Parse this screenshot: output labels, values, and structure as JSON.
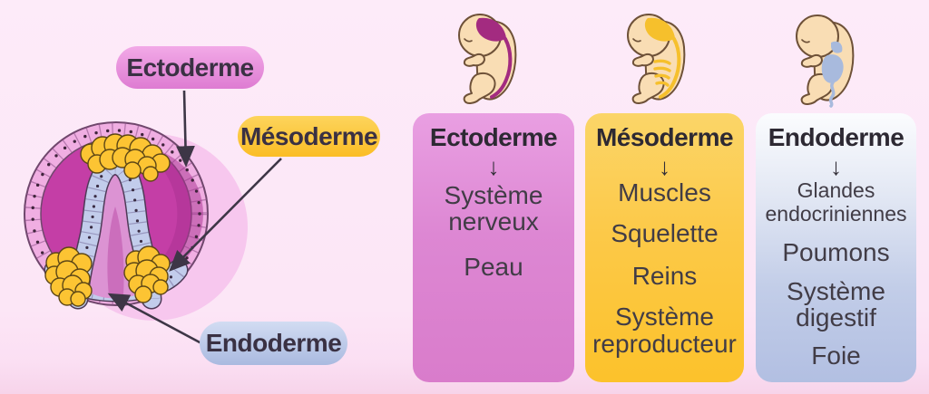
{
  "figure": {
    "subject": "Feuillets embryonnaires (germ layers)",
    "language": "fr"
  },
  "palette": {
    "background": "#fce7f6",
    "ectoderme_pink": "#df84d4",
    "mesoderme_yellow": "#fbc52d",
    "endoderme_blue": "#b5c2e4",
    "gastrula_magenta": "#c43ea6",
    "cell_ring_pink": "#f0aee2",
    "cell_yellow": "#fcc433",
    "cell_blue": "#c2cceb",
    "text_dark": "#39333f"
  },
  "gastrula": {
    "illustration": "gastrula-cross-section",
    "labels": [
      {
        "id": "ectoderme",
        "text": "Ectoderme"
      },
      {
        "id": "mesoderme",
        "text": "Mésoderme"
      },
      {
        "id": "endoderme",
        "text": "Endoderme"
      }
    ]
  },
  "columns": [
    {
      "id": "ectoderme",
      "icon": "fetus-nervous-system-icon",
      "title": "Ectoderme",
      "arrow": "↓",
      "items": [
        "Système nerveux",
        "Peau"
      ]
    },
    {
      "id": "mesoderme",
      "icon": "fetus-skeleton-icon",
      "title": "Mésoderme",
      "arrow": "↓",
      "items": [
        "Muscles",
        "Squelette",
        "Reins",
        "Système reproducteur"
      ]
    },
    {
      "id": "endoderme",
      "icon": "fetus-digestive-icon",
      "title": "Endoderme",
      "arrow": "↓",
      "items": [
        "Glandes endocriniennes",
        "Poumons",
        "Système digestif",
        "Foie"
      ]
    }
  ]
}
